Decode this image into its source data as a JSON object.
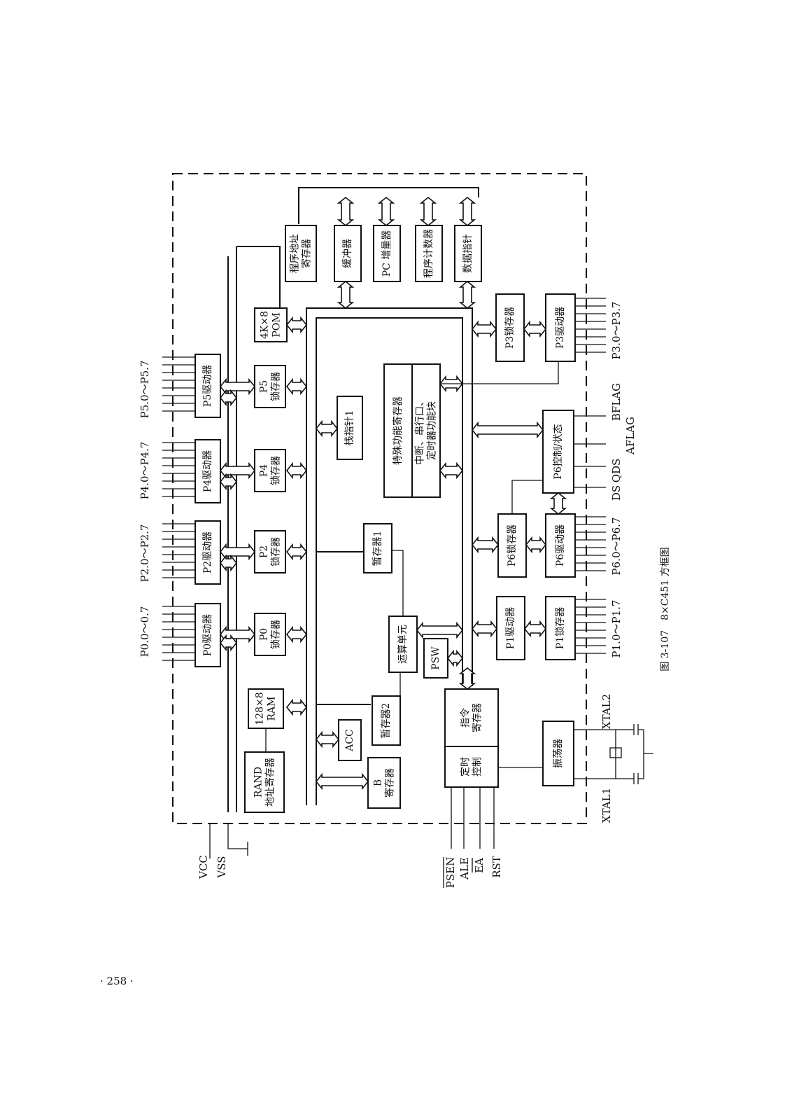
{
  "page": {
    "number": "· 258 ·"
  },
  "caption": "图 3-107　8×C451 方框图",
  "blocks": {
    "prog_addr_reg": [
      "程序地址",
      "寄存器"
    ],
    "buffer": "缓冲器",
    "pc_incr": "PC 增量器",
    "prog_counter": "程序计数器",
    "data_pointer": "数据指针",
    "rom": [
      "4K×8",
      "POM"
    ],
    "p5_latch": [
      "P5",
      "锁存器"
    ],
    "p4_latch": [
      "P4",
      "锁存器"
    ],
    "p2_latch": [
      "P2",
      "锁存器"
    ],
    "p0_latch": [
      "P0",
      "锁存器"
    ],
    "p5_driver": "P5驱动器",
    "p4_driver": "P4驱动器",
    "p2_driver": "P2驱动器",
    "p0_driver": "P0驱动器",
    "ram": [
      "128×8",
      "RAM"
    ],
    "rand_addr_reg": [
      "RAND",
      "地址寄存器"
    ],
    "stack_ptr": "栈指针1",
    "sfr": "特殊功能寄存器",
    "sfr_sub": [
      "中断、串行口、",
      "定时器功能块"
    ],
    "temp_reg1": "暂存器1",
    "alu": "运算单元",
    "psw": "PSW",
    "temp_reg2": "暂存器2",
    "acc": "ACC",
    "b_reg": [
      "B",
      "寄存器"
    ],
    "instr_reg": [
      "指令",
      "寄存器"
    ],
    "timing_ctrl": [
      "定时",
      "控制"
    ],
    "oscillator": "振荡器",
    "p3_latch": "P3锁存器",
    "p3_driver": "P3驱动器",
    "p6_ctrl": "P6控制/状态",
    "p6_latch": "P6锁存器",
    "p6_driver": "P6驱动器",
    "p1_driver": "P1驱动器",
    "p1_latch": "P1锁存器"
  },
  "signals": {
    "p5": "P5.0～P5.7",
    "p4": "P4.0～P4.7",
    "p2": "P2.0～P2.7",
    "p0": "P0.0～0.7",
    "p3": "P3.0～P3.7",
    "bflag": "BFLAG",
    "aflag": "AFLAG",
    "qds": "QDS",
    "ds": "DS",
    "p6": "P6.0～P6.7",
    "p1": "P1.0～P1.7",
    "xtal2": "XTAL2",
    "xtal1": "XTAL1",
    "vcc": "VCC",
    "vss": "VSS",
    "psen": "PSEN",
    "ale": "ALE",
    "ea": "EA",
    "rst": "RST"
  }
}
